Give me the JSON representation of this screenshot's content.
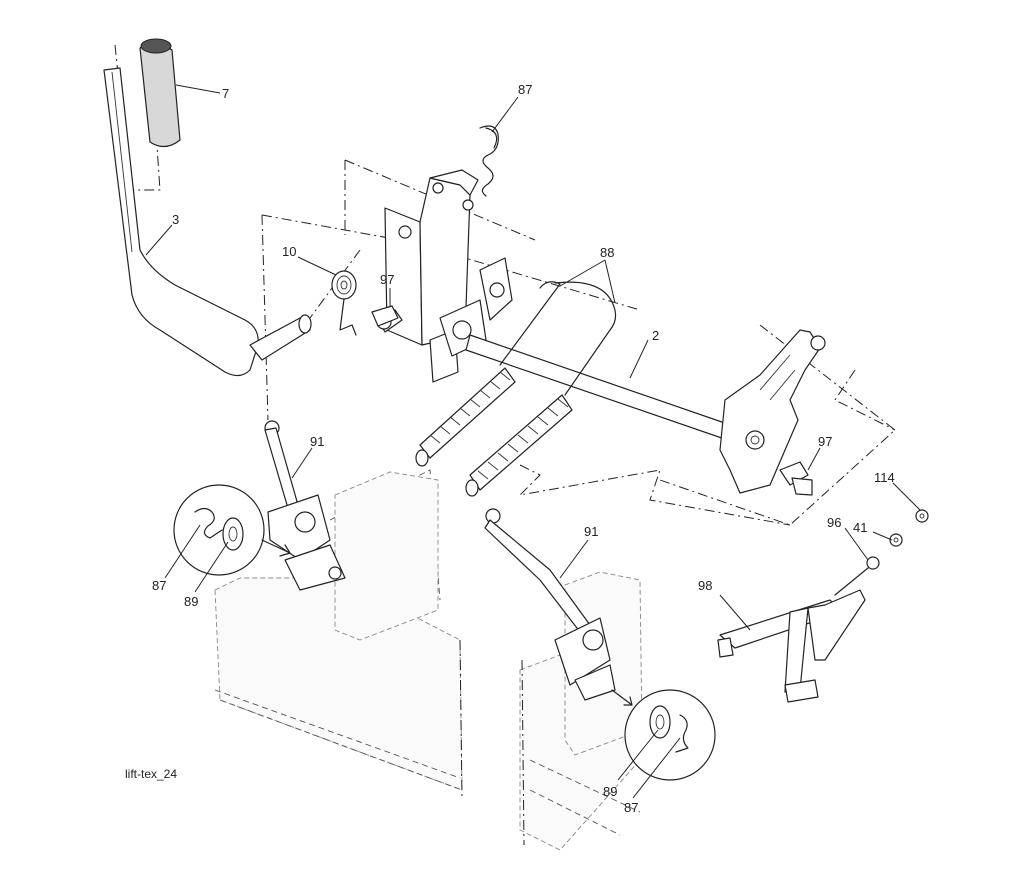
{
  "diagram": {
    "caption": "lift-tex_24",
    "callouts": [
      {
        "id": "c7",
        "text": "7"
      },
      {
        "id": "c87a",
        "text": "87"
      },
      {
        "id": "c3",
        "text": "3"
      },
      {
        "id": "c10",
        "text": "10"
      },
      {
        "id": "c97a",
        "text": "97"
      },
      {
        "id": "c88",
        "text": "88"
      },
      {
        "id": "c2",
        "text": "2"
      },
      {
        "id": "c91a",
        "text": "91"
      },
      {
        "id": "c97b",
        "text": "97"
      },
      {
        "id": "c114",
        "text": "114"
      },
      {
        "id": "c41",
        "text": "41"
      },
      {
        "id": "c96",
        "text": "96"
      },
      {
        "id": "c87b",
        "text": "87"
      },
      {
        "id": "c89a",
        "text": "89"
      },
      {
        "id": "c91b",
        "text": "91"
      },
      {
        "id": "c98",
        "text": "98"
      },
      {
        "id": "c89b",
        "text": "89"
      },
      {
        "id": "c87c",
        "text": "87"
      }
    ]
  }
}
